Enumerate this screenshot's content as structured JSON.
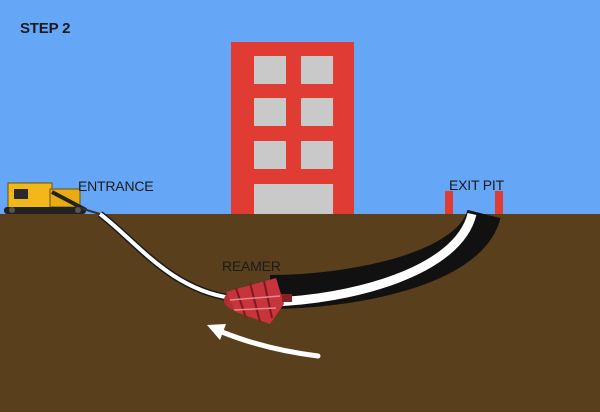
{
  "step_label": "STEP 2",
  "entrance_label": "ENTRANCE",
  "exit_pit_label": "EXIT PIT",
  "reamer_label": "REAMER",
  "colors": {
    "sky": "#66a6f7",
    "ground": "#5a3f1c",
    "building": "#e03c34",
    "window": "#c9c9c9",
    "drill_rig": "#f2b81a",
    "pilot_bore": "#ffffff",
    "reamed_hole": "#111111",
    "reamer": "#c8343b",
    "pit_stakes": "#e03c34",
    "direction_arrow": "#ffffff"
  },
  "icons": {
    "drill_rig": "drill-rig-icon",
    "building": "building-icon",
    "reamer": "reamer-icon",
    "arrow": "direction-arrow-icon"
  }
}
